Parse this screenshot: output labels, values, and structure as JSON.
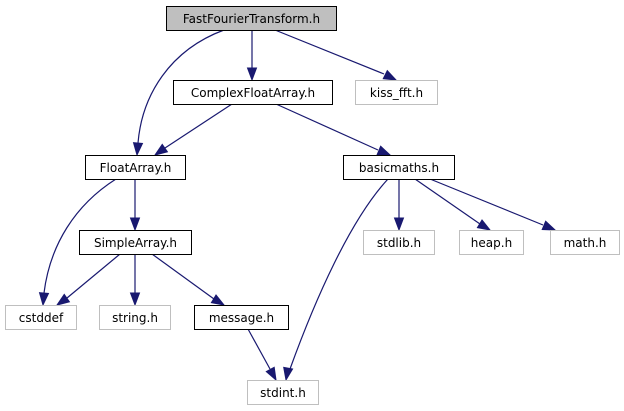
{
  "graph": {
    "title": "FastFourierTransform.h",
    "colors": {
      "edge": "#191970",
      "root_fill": "#bfbfbf",
      "documented_border": "#000000",
      "external_border": "#bfbfbf"
    },
    "nodes": [
      {
        "id": "fft",
        "label": "FastFourierTransform.h",
        "kind": "root"
      },
      {
        "id": "complex",
        "label": "ComplexFloatArray.h",
        "kind": "documented"
      },
      {
        "id": "kiss",
        "label": "kiss_fft.h",
        "kind": "external"
      },
      {
        "id": "float",
        "label": "FloatArray.h",
        "kind": "documented"
      },
      {
        "id": "basic",
        "label": "basicmaths.h",
        "kind": "documented"
      },
      {
        "id": "simple",
        "label": "SimpleArray.h",
        "kind": "documented"
      },
      {
        "id": "stdlib",
        "label": "stdlib.h",
        "kind": "external"
      },
      {
        "id": "heap",
        "label": "heap.h",
        "kind": "external"
      },
      {
        "id": "math",
        "label": "math.h",
        "kind": "external"
      },
      {
        "id": "cstddef",
        "label": "cstddef",
        "kind": "external"
      },
      {
        "id": "string",
        "label": "string.h",
        "kind": "external"
      },
      {
        "id": "message",
        "label": "message.h",
        "kind": "documented"
      },
      {
        "id": "stdint",
        "label": "stdint.h",
        "kind": "external"
      }
    ],
    "edges": [
      {
        "from": "fft",
        "to": "complex"
      },
      {
        "from": "fft",
        "to": "kiss"
      },
      {
        "from": "fft",
        "to": "float"
      },
      {
        "from": "complex",
        "to": "float"
      },
      {
        "from": "complex",
        "to": "basic"
      },
      {
        "from": "float",
        "to": "simple"
      },
      {
        "from": "float",
        "to": "cstddef"
      },
      {
        "from": "basic",
        "to": "stdlib"
      },
      {
        "from": "basic",
        "to": "heap"
      },
      {
        "from": "basic",
        "to": "math"
      },
      {
        "from": "basic",
        "to": "stdint"
      },
      {
        "from": "simple",
        "to": "cstddef"
      },
      {
        "from": "simple",
        "to": "string"
      },
      {
        "from": "simple",
        "to": "message"
      },
      {
        "from": "message",
        "to": "stdint"
      }
    ]
  }
}
